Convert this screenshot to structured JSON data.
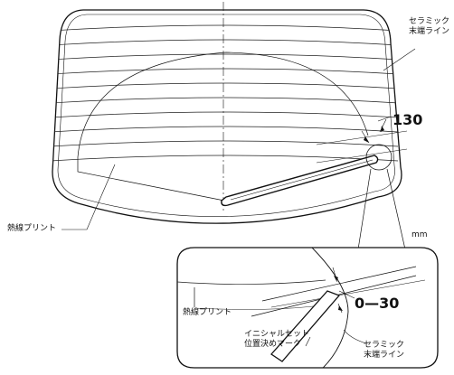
{
  "labels": {
    "ceramic_edge_line": "セラミック\n末端ライン",
    "ceramic_edge_line_detail": "セラミック\n末端ライン",
    "heating_print": "熱線プリント",
    "heating_print_detail": "熱線プリント",
    "dimension_130": "130",
    "dimension_0_30": "0—30",
    "unit": "mm",
    "initial_set_mark": "イニシャルセット\n位置決めマーク"
  }
}
